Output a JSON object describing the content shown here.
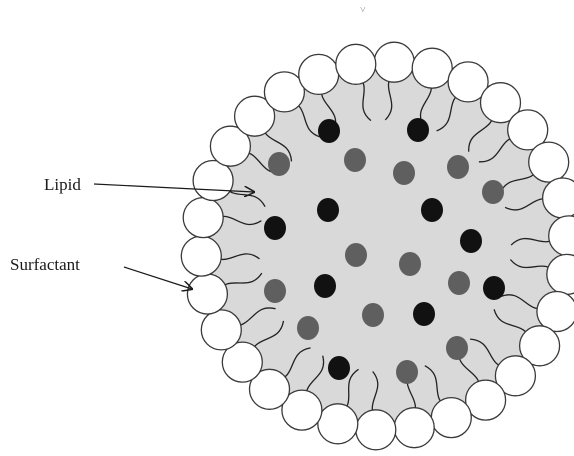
{
  "labels": {
    "lipid": "Lipid",
    "surfactant": "Surfactant"
  },
  "colors": {
    "background": "#ffffff",
    "core_fill": "#d9d9d9",
    "outline": "#3a3a3a",
    "head_fill": "#ffffff",
    "lipid_dark": "#111111",
    "lipid_gray": "#5f5f5f",
    "tail": "#222222",
    "arrow": "#1a1a1a"
  },
  "icons": {
    "surfactant_head": "circle",
    "lipid_particle": "ellipse"
  }
}
